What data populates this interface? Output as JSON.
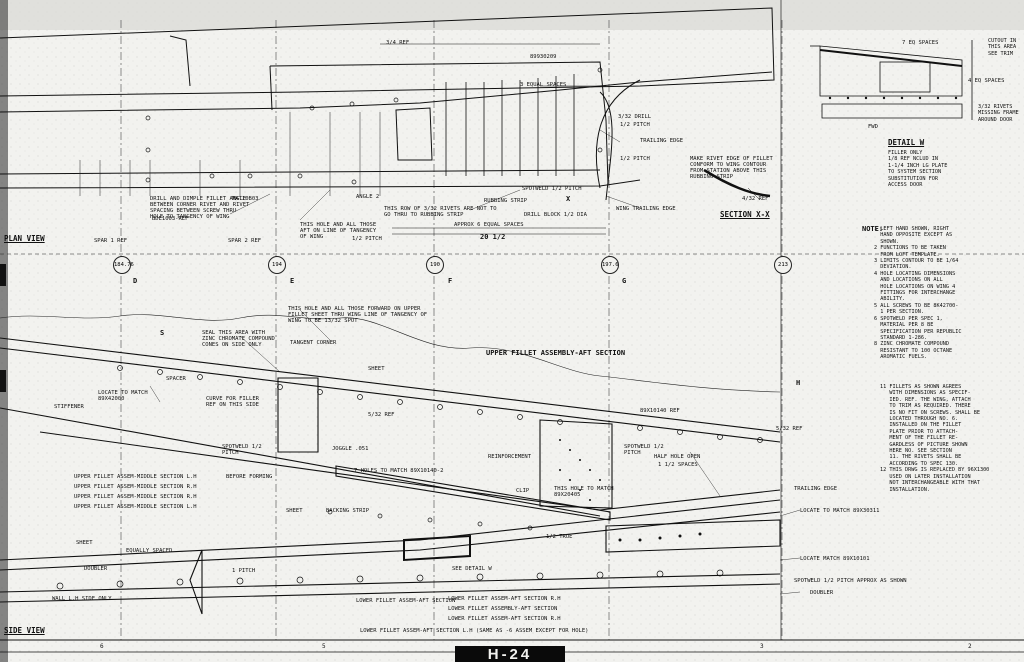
{
  "sheet": {
    "drawing_number": "H-24"
  },
  "views": {
    "plan_view": "PLAN VIEW",
    "side_view": "SIDE VIEW",
    "section_xx": "SECTION X-X",
    "detail_w": "DETAIL W"
  },
  "stations": [
    "184.76",
    "194",
    "190",
    "197.6",
    "213"
  ],
  "zones": [
    "6",
    "5",
    "3",
    "2"
  ],
  "detail_w": {
    "title": "DETAIL W",
    "caption": "FILLER ONLY\n1/8 REF NCLUD IN\n1-1/4 INCH LG PLATE\nTO SYSTEM SECTION\nSUBSTITUTION FOR\nACCESS DOOR",
    "fwd": "FWD",
    "spaces_top": "7 EQ SPACES",
    "spaces_side": "4 EQ SPACES",
    "rivets_note": "3/32 RIVETS\nMISSING FRAME\nAROUND DOOR",
    "cutout": "CUTOUT IN\nTHIS AREA\nSEE TRIM"
  },
  "notes": {
    "header": "NOTE:",
    "list": "1 LEFT HAND SHOWN, RIGHT\n  HAND OPPOSITE EXCEPT AS\n  SHOWN.\n2 FUNCTIONS TO BE TAKEN\n  FROM LOFT TEMPLATE.\n3 LIMITS CONTOUR TO BE 1/64\n  DEVIATION.\n4 HOLE LOCATING DIMENSIONS\n  AND LOCATIONS ON ALL\n  HOLE LOCATIONS ON WING 4\n  FITTINGS FOR INTERCHANGE\n  ABILITY.\n5 ALL SCREWS TO BE 8K42700-\n  1 PER SECTION.\n6 SPOTWELD PER SPEC 1,\n  MATERIAL PER 8 BE\n  SPECIFICATION PER REPUBLIC\n  STANDARD 1-286.\n8 ZINC CHROMATE COMPOUND\n  RESISTANT TO 100 OCTANE\n  AROMATIC FUELS.",
    "list2": "11 FILLETS AS SHOWN AGREES\n   WITH DIMENSIONS AS SPECIF-\n   IED. REF. THE WING, ATTACH\n   TO TRIM AS REQUIRED. THERE\n   IS NO FIT ON SCREWS. SHALL BE\n   LOCATED THROUGH NO. 6.\n   INSTALLED ON THE FILLET\n   PLATE PRIOR TO ATTACH-\n   MENT OF THE FILLET RE-\n   GARDLESS OF PICTURE SHOWN\n   HERE NO. SEE SECTION\n   11. THE RIVETS SHALL BE\n   ACCORDING TO SPEC 130.\n12 THIS DRWG IS REPLACED BY 96X1300\n   USED ON LATER INSTALLATION\n   NOT INTERCHANGEABLE WITH THAT\n   INSTALLATION."
  },
  "plan_labels": [
    "3/4 REF",
    "89930209",
    "3 EQUAL SPACES",
    "3/32 DRILL",
    "1/2 PITCH",
    "TRAILING EDGE",
    "1/2 PITCH",
    "SPOTWELD 1/2 PITCH",
    "DRILL BLOCK 1/2 DIA",
    "RUBBING STRIP",
    "WING TRAILING EDGE",
    "APPROX 6 EQUAL SPACES",
    "20 1/2",
    "THIS ROW OF 3/32 RIVETS ARE NOT TO GO THRU TO RUBBING STRIP",
    "DRILL AND DIMPLE FILLET ANGLE BETWEEN CORNER RIVET AND RIVET SPACING BETWEEN SCREW THRU HOLE TO TANGENCY OF WING",
    "THIS HOLE AND ALL THOSE AFT ON LINE OF TANGENCY OF WING",
    "1/2 PITCH",
    "MAKE RIVET EDGE OF FILLET CONFORM TO WING CONTOUR FROM STATION ABOVE THIS RUBBING STRIP",
    "4/32 REF",
    "BDE1003-REF",
    "SPAR 1 REF",
    "SPAR 2 REF",
    "MAT10B03",
    "ANGLE 2"
  ],
  "side_labels": [
    "THIS HOLE AND ALL THOSE FORWARD ON UPPER FILLET SHEET THRU WING LINE OF TANGENCY OF WING TO BE 13/32 SPOT",
    "SEAL THIS AREA WITH ZINC CHROMATE COMPOUND CONES ON SIDE ONLY",
    "TANGENT CORNER",
    "UPPER FILLET ASSEMBLY-AFT SECTION",
    "SHEET",
    "SPACER",
    "LOCATE TO MATCH 89X42000",
    "CURVE FOR FILLER REF ON THIS SIDE",
    "STIFFENER",
    "SPOTWELD 1/2 PITCH",
    "BEFORE FORMING",
    "JOGGLE .051",
    "5/32 REF",
    "REINFORCEMENT",
    "SPOTWELD 1/2 PITCH",
    "HALF HOLE OPEN",
    "1 1/2 SPACES",
    "CLIP",
    "7 HOLES TO MATCH 89X10140-2",
    "THIS HOLE TO MATCH 89X20405",
    "89X10140 REF",
    "TRAILING EDGE",
    "LOCATE TO MATCH 89X30311",
    "LOCATE MATCH 89X10101",
    "SPOTWELD 1/2 PITCH APPROX AS SHOWN",
    "DOUBLER",
    "SHEET",
    "BACKING STRIP",
    "SHEET",
    "DOUBLER",
    "SEE DETAIL W",
    "1/2 TRUE",
    "UPPER FILLET ASSEM-MIDDLE SECTION L.H",
    "UPPER FILLET ASSEM-MIDDLE SECTION R.H",
    "UPPER FILLET ASSEM-MIDDLE SECTION R.H",
    "UPPER FILLET ASSEM-MIDDLE SECTION L.H",
    "LOWER FILLET ASSEM-AFT SECTION",
    "LOWER FILLET ASSEM-AFT SECTION R.H",
    "LOWER FILLET ASSEMBLY-AFT SECTION",
    "LOWER FILLET ASSEM-AFT SECTION R.H",
    "LOWER FILLET ASSEM-AFT SECTION L.H (SAME AS -6 ASSEM EXCEPT FOR HOLE)",
    "WALL L.H SIDE ONLY",
    "EQUALLY SPACED",
    "1 PITCH",
    "5/32 REF"
  ],
  "view_letters": [
    "D",
    "E",
    "F",
    "G",
    "H",
    "S",
    "X"
  ]
}
